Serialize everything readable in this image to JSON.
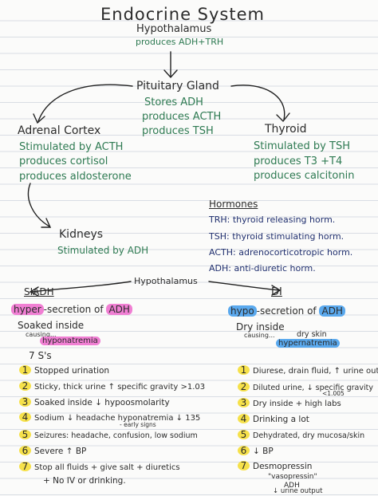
{
  "page": {
    "title": "Endocrine System",
    "top_hypothalamus": "Hypothalamus",
    "top_hypothalamus_note": "produces ADH+TRH",
    "pituitary": {
      "title": "Pituitary Gland",
      "lines": [
        "Stores ADH",
        "produces ACTH",
        "produces TSH"
      ]
    },
    "adrenal": {
      "title": "Adrenal Cortex",
      "lines": [
        "Stimulated by ACTH",
        "produces cortisol",
        "produces aldosterone"
      ]
    },
    "thyroid": {
      "title": "Thyroid",
      "lines": [
        "Stimulated by TSH",
        "produces T3 +T4",
        "produces calcitonin"
      ]
    },
    "kidneys": {
      "title": "Kidneys",
      "note": "Stimulated by ADH"
    },
    "hormones": {
      "title": "Hormones",
      "items": [
        {
          "abbr": "TRH:",
          "text": "thyroid releasing horm."
        },
        {
          "abbr": "TSH:",
          "text": "thyroid stimulating horm."
        },
        {
          "abbr": "ACTH:",
          "text": "adrenocorticotropic horm."
        },
        {
          "abbr": "ADH:",
          "text": "anti-diuretic horm."
        }
      ]
    },
    "mid_hypothalamus": "Hypothalamus",
    "siadh": {
      "title": "SIADH",
      "secretion_pre": "hyper",
      "secretion_mid": "-secretion of",
      "secretion_hormone": "ADH",
      "soaked": "Soaked inside",
      "causing": "causing...",
      "condition": "hyponatremia",
      "seven": "7 S's",
      "items": [
        {
          "n": "1",
          "text": "Stopped urination"
        },
        {
          "n": "2",
          "text": "Sticky, thick urine ↑ specific gravity >1.03"
        },
        {
          "n": "3",
          "text": "Soaked inside ↓ hypoosmolarity"
        },
        {
          "n": "4",
          "text": "Sodium ↓ headache hyponatremia ↓ 135"
        },
        {
          "n": "4",
          "text": "- early signs"
        },
        {
          "n": "5",
          "text": "Seizures: headache, confusion, low sodium"
        },
        {
          "n": "6",
          "text": "Severe ↑ BP"
        },
        {
          "n": "7",
          "text": "Stop all fluids + give salt + diuretics"
        },
        {
          "n": "7",
          "text": "+ No IV or drinking."
        }
      ]
    },
    "di": {
      "title": "DI",
      "secretion_pre": "hypo",
      "secretion_mid": "-secretion of",
      "secretion_hormone": "ADH",
      "dry": "Dry inside",
      "causing": "causing...",
      "dry_skin": "dry skin",
      "condition": "hypernatremia",
      "items": [
        {
          "n": "1",
          "text": "Diurese, drain fluid, ↑ urine output"
        },
        {
          "n": "2",
          "text": "Diluted urine, ↓ specific gravity"
        },
        {
          "n": "2",
          "text": "<1.005"
        },
        {
          "n": "3",
          "text": "Dry inside + high labs"
        },
        {
          "n": "4",
          "text": "Drinking a lot"
        },
        {
          "n": "5",
          "text": "Dehydrated, dry mucosa/skin"
        },
        {
          "n": "6",
          "text": "↓ BP"
        },
        {
          "n": "7",
          "text": "Desmopressin"
        },
        {
          "n": "7",
          "text": "\"vasopressin\""
        },
        {
          "n": "7",
          "text": "ADH"
        },
        {
          "n": "7",
          "text": "↓ urine output"
        }
      ]
    }
  },
  "colors": {
    "green": "#2e7a52",
    "navy": "#21306f",
    "black": "#2b2b2b",
    "pink": "#f07fd3",
    "blue": "#5aa9ee",
    "yellow": "#f6e14a"
  }
}
